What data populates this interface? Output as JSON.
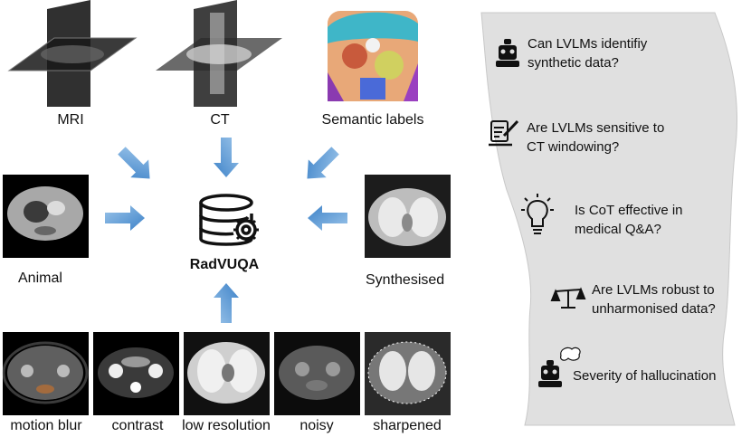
{
  "left": {
    "modalities": [
      {
        "id": "mri",
        "label": "MRI"
      },
      {
        "id": "ct",
        "label": "CT"
      },
      {
        "id": "semantic",
        "label": "Semantic labels"
      }
    ],
    "side_sources": {
      "animal": "Animal",
      "synthesised": "Synthesised"
    },
    "center": {
      "label": "RadVUQA",
      "icon": "database-gear-icon"
    },
    "perturbations": [
      "motion blur",
      "contrast",
      "low resolution",
      "noisy",
      "sharpened"
    ],
    "arrow_color": "#4a8fd0"
  },
  "questions": [
    {
      "icon": "robot-icon",
      "line1": "Can LVLMs identifiy",
      "line2": "synthetic data?"
    },
    {
      "icon": "sign-document-icon",
      "line1": "Are LVLMs sensitive to",
      "line2": "CT windowing?"
    },
    {
      "icon": "lightbulb-icon",
      "line1": "Is CoT effective in",
      "line2": "medical Q&A?"
    },
    {
      "icon": "scales-icon",
      "line1": "Are LVLMs robust to",
      "line2": "unharmonised data?"
    },
    {
      "icon": "robot-thinking-icon",
      "line1": "Severity of hallucination",
      "line2": ""
    }
  ],
  "panel_color": "#e0e0e0"
}
